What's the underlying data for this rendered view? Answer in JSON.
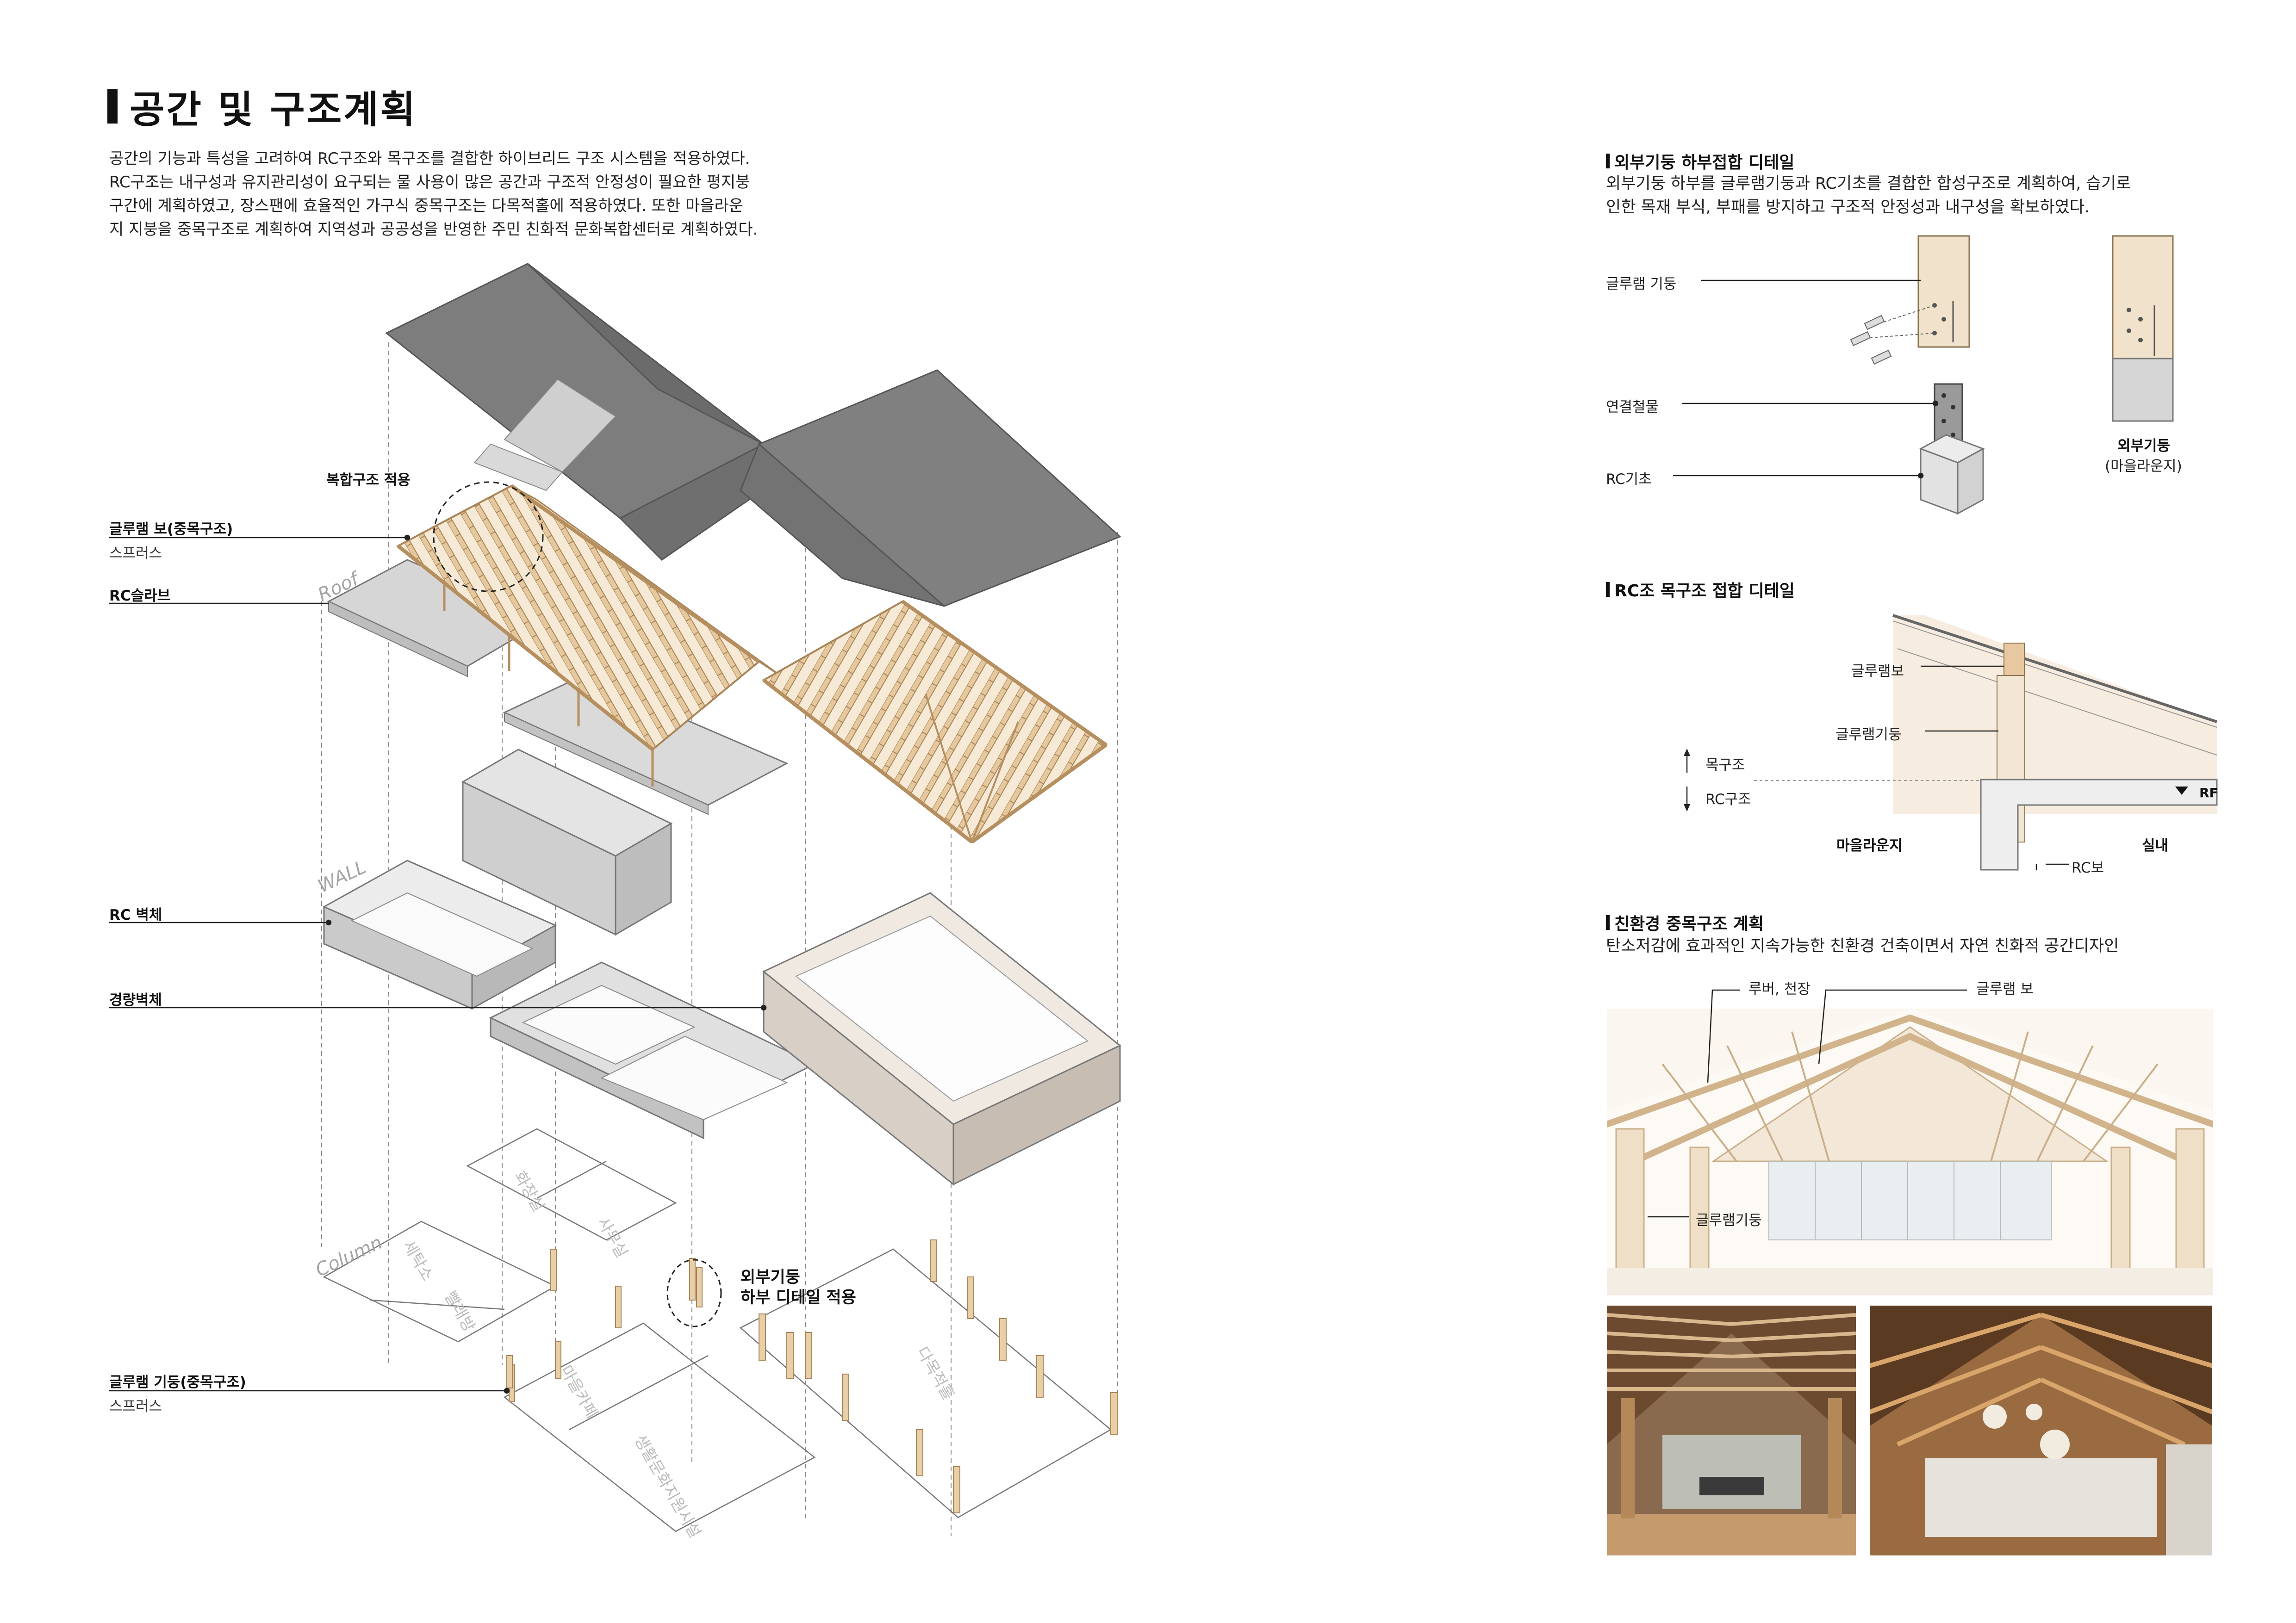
{
  "title": "공간 및 구조계획",
  "intro": [
    "공간의 기능과 특성을 고려하여 RC구조와 목구조를 결합한 하이브리드 구조 시스템을 적용하였다.",
    "RC구조는 내구성과 유지관리성이 요구되는 물 사용이 많은 공간과 구조적 안정성이 필요한 평지붕",
    "구간에 계획하였고,  장스팬에 효율적인 가구식 중목구조는 다목적홀에 적용하였다. 또한 마을라운",
    "지 지붕을 중목구조로 계획하여 지역성과 공공성을 반영한 주민 친화적 문화복합센터로 계획하였다."
  ],
  "axon": {
    "callouts": {
      "composite": "복합구조 적용",
      "glulam_beam": "글루램 보(중목구조)",
      "glulam_beam_sub": "스프러스",
      "rc_slab": "RC슬라브",
      "rc_wall": "RC 벽체",
      "light_wall": "경량벽체",
      "ext_column_1": "외부기둥",
      "ext_column_2": "하부 디테일 적용",
      "glulam_column": "글루램 기둥(중목구조)",
      "glulam_column_sub": "스프러스"
    },
    "layers": {
      "roof": "Roof",
      "wall": "WALL",
      "column": "Column"
    },
    "rooms": [
      "화장실",
      "사무실",
      "다목적홀",
      "마을카페",
      "생활문화지원시설",
      "세탁소",
      "빨래방"
    ]
  },
  "detail1": {
    "heading": "외부기둥 하부접합 디테일",
    "text": [
      "외부기둥 하부를 글루램기둥과 RC기초를 결합한 합성구조로 계획하여, 습기로",
      "인한 목재 부식, 부패를 방지하고 구조적 안정성과 내구성을 확보하였다."
    ],
    "labels": {
      "glulam_column": "글루램 기둥",
      "connector": "연결철물",
      "rc_footing": "RC기초"
    },
    "caption_bold": "외부기둥",
    "caption_sub": "(마을라운지)"
  },
  "detail2": {
    "heading": "RC조 목구조 접합 디테일",
    "labels": {
      "glulam_beam": "글루램보",
      "glulam_column": "글루램기둥",
      "wood": "목구조",
      "rc": "RC구조",
      "lounge": "마을라운지",
      "indoor": "실내",
      "rc_beam": "RC보",
      "rf": "RF"
    }
  },
  "detail3": {
    "heading": "친환경 중목구조 계획",
    "text": "탄소저감에 효과적인 지속가능한 친환경 건축이면서 자연 친화적 공간디자인",
    "labels": {
      "louver": "루버, 천장",
      "glulam_beam": "글루램 보",
      "glulam_column": "글루램기둥"
    }
  },
  "colors": {
    "roof_dark": "#7d7d7d",
    "roof_light": "#c8c8c8",
    "timber": "#e8cfa8",
    "timber_line": "#a88458",
    "wall_grey": "#d4d4d4",
    "wall_beige": "#d8cfc6"
  }
}
